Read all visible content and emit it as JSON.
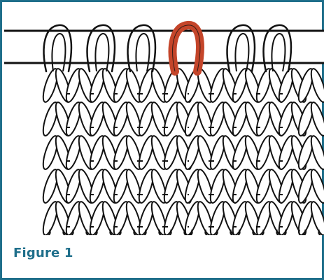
{
  "figure": {
    "caption": "Figure 1",
    "colors": {
      "border": "#1f6f8b",
      "caption": "#1f6f8b",
      "highlight_stitch": "#c4452a",
      "outline": "#111111",
      "needle_fill": "#ffffff"
    },
    "illustration": {
      "subject": "knitting-stitches-on-needle",
      "stitch_columns": 12,
      "stitch_rows": 5,
      "highlighted_stitch_index": 3
    }
  }
}
